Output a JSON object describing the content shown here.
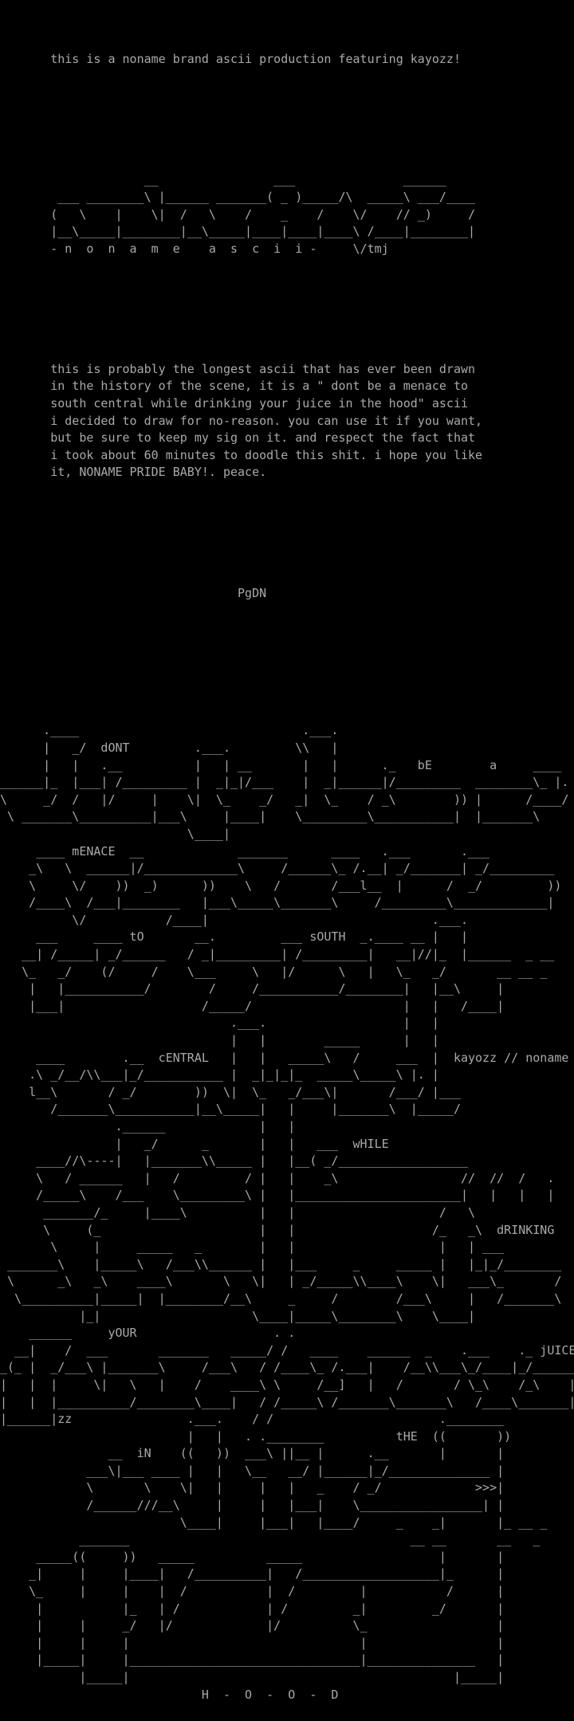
{
  "intro": "       this is a noname brand ascii production featuring kayozz!",
  "logo": [
    "                    __                ___               ______",
    "        ___ ________\\ |______ _______( _ )_____/\\  _____\\ ___/____",
    "       (   \\    |    \\|  /   \\    /    _    /    \\/    // _)     /",
    "       |__\\_____|________|__\\_____|____|____|____\\ /____|________|",
    "       - n  o  n  a  m  e    a  s  c  i  i -     \\/tmj"
  ],
  "paragraph": [
    "       this is probably the longest ascii that has ever been drawn",
    "       in the history of the scene, it is a \" dont be a menace to",
    "       south central while drinking your juice in the hood\" ascii",
    "       i decided to draw for no-reason. you can use it if you want,",
    "       but be sure to keep my sig on it. and respect the fact that",
    "       i took about 60 minutes to doodle this shit. i hope you like",
    "       it, NONAME PRIDE BABY!. peace."
  ],
  "pager": "                                 PgDN",
  "art": [
    "      .____                               .___.",
    "      |   _/  dONT         .___.         \\\\   |",
    "      |   |   .__          |   | __       |   |      ._   bE        a     ____",
    "______|_  |___| /_________ |  _|_|/___    |  _|______|/_________  ________\\_ |.",
    "\\     _/  /   |/     |    \\|  \\_    _/   _|  \\_    / _\\        )) |      /____/",
    " \\ _______\\__________|___\\     |____|    \\_________\\___________|  |_______\\",
    "                          \\____|",
    "     ____ mENACE  __             _______      ____   .___       .___",
    "    _\\   \\  ______|/_____________\\     /______\\_ /.__| _/_______| _/_________",
    "    \\     \\/    ))  _)      ))    \\   /       /___l__  |      /  _/         ))",
    "    /____\\  /___|________   |___\\_____\\_______\\     /_________\\_____________|",
    "          \\/           /____|                               .___.",
    "     ___     ____ tO       __.         ___ sOUTH  _.____ __ |   |",
    "   __| /_____| _/______   / _|_________| /_________|   __|//|_  |______  _ __",
    "   \\_   _/    (/     /    \\___     \\   |/      \\   |   \\_   _/       __ __ _",
    "    |   |___________/        /     /___________/________|   |__\\     |",
    "    |___|                   /_____/                     |   |   /____|",
    "                                .___.                   |   |",
    "                                |   |        _____      |   |",
    "     ____        .__  cENTRAL   |   |   _____\\   /     ___  |  kayozz // noname",
    "    .\\ _/__/\\\\___|_/___________ |  _|_|_|_  _____\\_____\\ |. |",
    "    l__\\       / _/        ))  \\|  \\_   _/___\\|       /___/ |___",
    "       /_______\\___________|__\\_____|   |     |_______\\  |_____/",
    "                .______             |   |",
    "                |   _/      _       |   |   ___  wHILE",
    "     ____//\\----|   |_______\\\\_____ |   |__( _/__________________",
    "     \\   / ______   |   /         / |   |    _\\                 //  //  /   .",
    "     /_____\\    /___    \\_________\\ |   |_______________________|   |   |   |",
    "      _______/_     |____\\          |   |                    /   \\",
    "      \\     (_                      |   |                   /_   _\\  dRINKING",
    "       \\     |     _____   _        |   |                    |   | ___",
    " _______\\    |_____\\   /___\\\\______ |   |___     _     _____ |   |_|_/________",
    " \\      _\\   _\\    ____\\       \\   \\|   | _/_____\\\\____\\    \\|   ___\\_       /",
    "  \\__________|_____|  |________/__\\     _     /        /___\\     |   /_______\\",
    "           |_|                     \\____|_____\\________\\    \\____|",
    "    ______     yOUR                   . .",
    "  __|    /  ___       _______   _____/ /   ____    ______  _    .___    ._ jUICE",
    "_(_ |  _/___\\ |_______\\     /___\\   / /____\\_ /.___|    /__\\\\___\\_/____|_/______",
    "|   |  |     \\|   \\   |    /    ____\\ \\     /__]   |   /       / \\_\\    /_\\    |",
    "|   |  |__________/________\\____|   / /_____\\ /_______\\_______\\   /____\\_______|",
    "|______|zz                .___.    / /                       .________",
    "                          |   |   . .________          tHE  ((       ))",
    "               __  iN    ((   ))  ___\\ ||__ |      .__       |       |",
    "            ___\\|___ ____ |   |   \\__   __/ |______|_/______________ |",
    "            \\       \\    \\|   |     |   |   _    / _/             >>>|",
    "            /______///__\\     |     |   |___|    \\_________________| |",
    "                         \\____|     |___|   |____/     _    _|       |_ __ _",
    "           _______                                       __ __       __   _",
    "     _____((     ))   _____          _____                   |       |",
    "    _|     |     |____|   /__________|   /___________________|_      |",
    "    \\_     |     |    |  /           |  /         |           /      |",
    "     |           |_   | /            | /         _|         _/       |",
    "     |     |     _/   |/             |/          \\_                  |",
    "     |     |     |                                |                  |",
    "     |_____|     |________________________________|_______________   |",
    "           |_____|                                             |_____|",
    "                            H  -  O  -  O  -  D"
  ]
}
